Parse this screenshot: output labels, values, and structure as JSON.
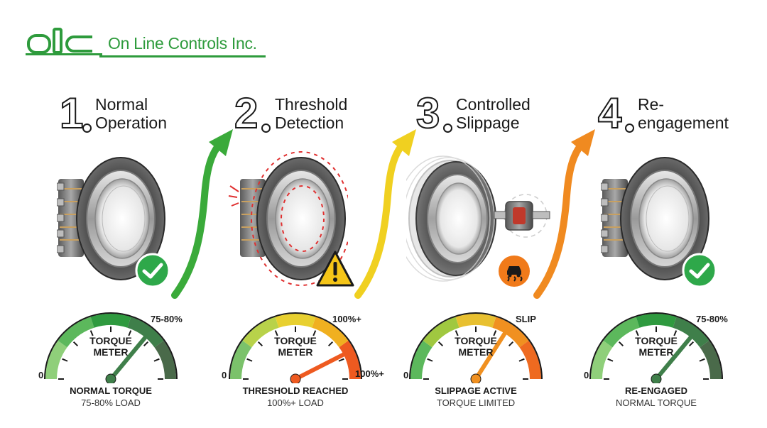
{
  "brand": {
    "logo_text": "olc",
    "name": "On Line Controls Inc.",
    "color": "#2e9b3c"
  },
  "steps": [
    {
      "number": "1",
      "title_line1": "Normal",
      "title_line2": "Operation",
      "status_icon": "check-circle-icon",
      "gauge": {
        "title_line1": "TORQUE",
        "title_line2": "METER",
        "zero_label": "0",
        "max_label": "75-80%",
        "extra_label": "",
        "needle_fraction": 0.72,
        "caption_line1": "NORMAL TORQUE",
        "caption_line2": "75-80% LOAD"
      }
    },
    {
      "number": "2",
      "title_line1": "Threshold",
      "title_line2": "Detection",
      "status_icon": "warning-triangle-icon",
      "gauge": {
        "title_line1": "TORQUE",
        "title_line2": "METER",
        "zero_label": "0",
        "max_label": "100%+",
        "extra_label": "100%+",
        "needle_fraction": 0.85,
        "caption_line1": "THRESHOLD REACHED",
        "caption_line2": "100%+ LOAD"
      }
    },
    {
      "number": "3",
      "title_line1": "Controlled",
      "title_line2": "Slippage",
      "status_icon": "traction-slip-icon",
      "gauge": {
        "title_line1": "TORQUE",
        "title_line2": "METER",
        "zero_label": "0",
        "max_label": "SLIP",
        "extra_label": "",
        "needle_fraction": 0.68,
        "caption_line1": "SLIPPAGE ACTIVE",
        "caption_line2": "TORQUE LIMITED"
      }
    },
    {
      "number": "4",
      "title_line1": "Re-",
      "title_line2": "engagement",
      "status_icon": "check-circle-icon",
      "gauge": {
        "title_line1": "TORQUE",
        "title_line2": "METER",
        "zero_label": "0",
        "max_label": "75-80%",
        "extra_label": "",
        "needle_fraction": 0.72,
        "caption_line1": "RE-ENGAGED",
        "caption_line2": "NORMAL TORQUE"
      }
    }
  ],
  "colors": {
    "ok": "#2ea84a",
    "warning": "#f5c518",
    "slip": "#f07a1a",
    "arrow_green": "#3aaa3a",
    "arrow_yellow": "#f0d020",
    "arrow_orange": "#f08a20"
  }
}
